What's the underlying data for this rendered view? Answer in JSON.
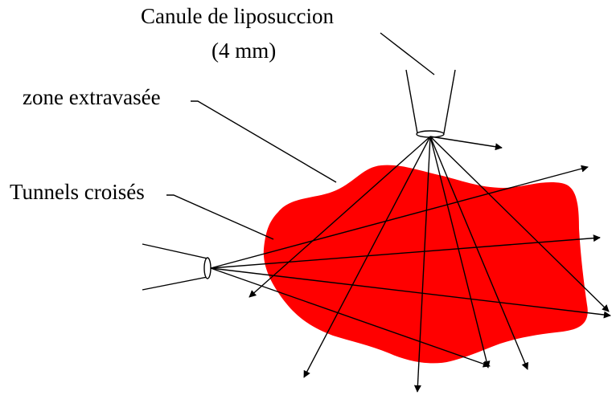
{
  "labels": {
    "cannula_line1": "Canule de liposuccion",
    "cannula_line2": "(4 mm)",
    "zone": "zone extravasée",
    "tunnels": "Tunnels croisés"
  },
  "colors": {
    "zone_fill": "#ff0000",
    "line": "#000000"
  }
}
